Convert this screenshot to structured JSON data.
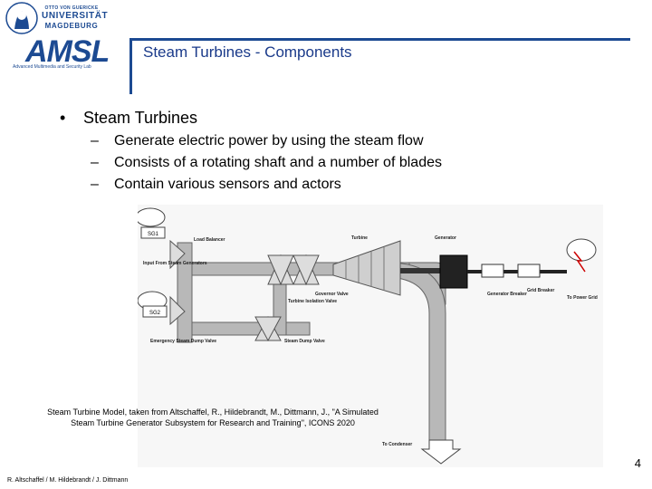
{
  "header": {
    "uni_line1": "OTTO VON GUERICKE",
    "uni_line2": "UNIVERSITÄT",
    "uni_line3": "MAGDEBURG",
    "lab_logo": "AMSL",
    "lab_subtitle": "Advanced Multimedia and Security Lab",
    "slide_title": "Steam Turbines - Components"
  },
  "content": {
    "bullet_marker": "•",
    "bullet": "Steam Turbines",
    "sub_marker": "–",
    "sub_items": [
      "Generate electric power by using the steam flow",
      "Consists of a rotating shaft and a number of blades",
      "Contain various sensors and actors"
    ]
  },
  "figure": {
    "labels": {
      "sg1": "SG1",
      "sg2": "SG2",
      "load_balancer": "Load Balancer",
      "turbine": "Turbine",
      "generator": "Generator",
      "input": "Input From Steam Generators",
      "emergency": "Emergency Steam Dump Valve",
      "governor": "Governor Valve",
      "isolation": "Turbine Isolation Valve",
      "dump": "Steam Dump Valve",
      "breaker": "Generator Breaker",
      "grid_breaker": "Grid Breaker",
      "power_grid": "To Power Grid",
      "condenser": "To Condenser"
    }
  },
  "caption": {
    "line1": "Steam Turbine Model, taken from Altschaffel, R., Hildebrandt, M., Dittmann, J., \"A Simulated",
    "line2": "Steam Turbine Generator Subsystem for Research and Training\", ICONS 2020"
  },
  "footer": {
    "authors": "R. Altschaffel / M. Hildebrandt / J. Dittmann",
    "page_number": "4"
  },
  "colors": {
    "brand_blue": "#1c4a92",
    "diagram_gray": "#b8b8b8"
  }
}
